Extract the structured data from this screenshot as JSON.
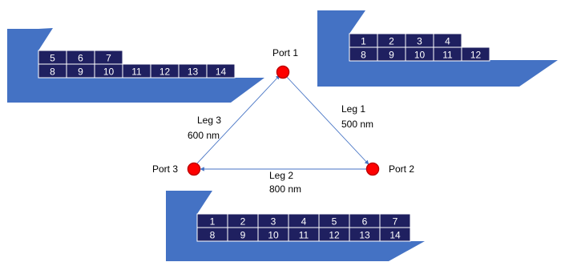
{
  "ports": {
    "port1": "Port 1",
    "port2": "Port 2",
    "port3": "Port 3"
  },
  "legs": {
    "leg1": {
      "name": "Leg 1",
      "distance": "500 nm"
    },
    "leg2": {
      "name": "Leg 2",
      "distance": "800 nm"
    },
    "leg3": {
      "name": "Leg 3",
      "distance": "600 nm"
    }
  },
  "ships": {
    "ship_a": {
      "top_row": [
        "5",
        "6",
        "7"
      ],
      "bottom_row": [
        "8",
        "9",
        "10",
        "11",
        "12",
        "13",
        "14"
      ]
    },
    "ship_b": {
      "top_row": [
        "1",
        "2",
        "3",
        "4"
      ],
      "bottom_row": [
        "8",
        "9",
        "10",
        "11",
        "12"
      ]
    },
    "ship_c": {
      "top_row": [
        "1",
        "2",
        "3",
        "4",
        "5",
        "6",
        "7"
      ],
      "bottom_row": [
        "8",
        "9",
        "10",
        "11",
        "12",
        "13",
        "14"
      ]
    }
  },
  "colors": {
    "hull": "#4472c4",
    "container": "#1f2060",
    "port": "#ff0000",
    "route": "#4472c4"
  }
}
